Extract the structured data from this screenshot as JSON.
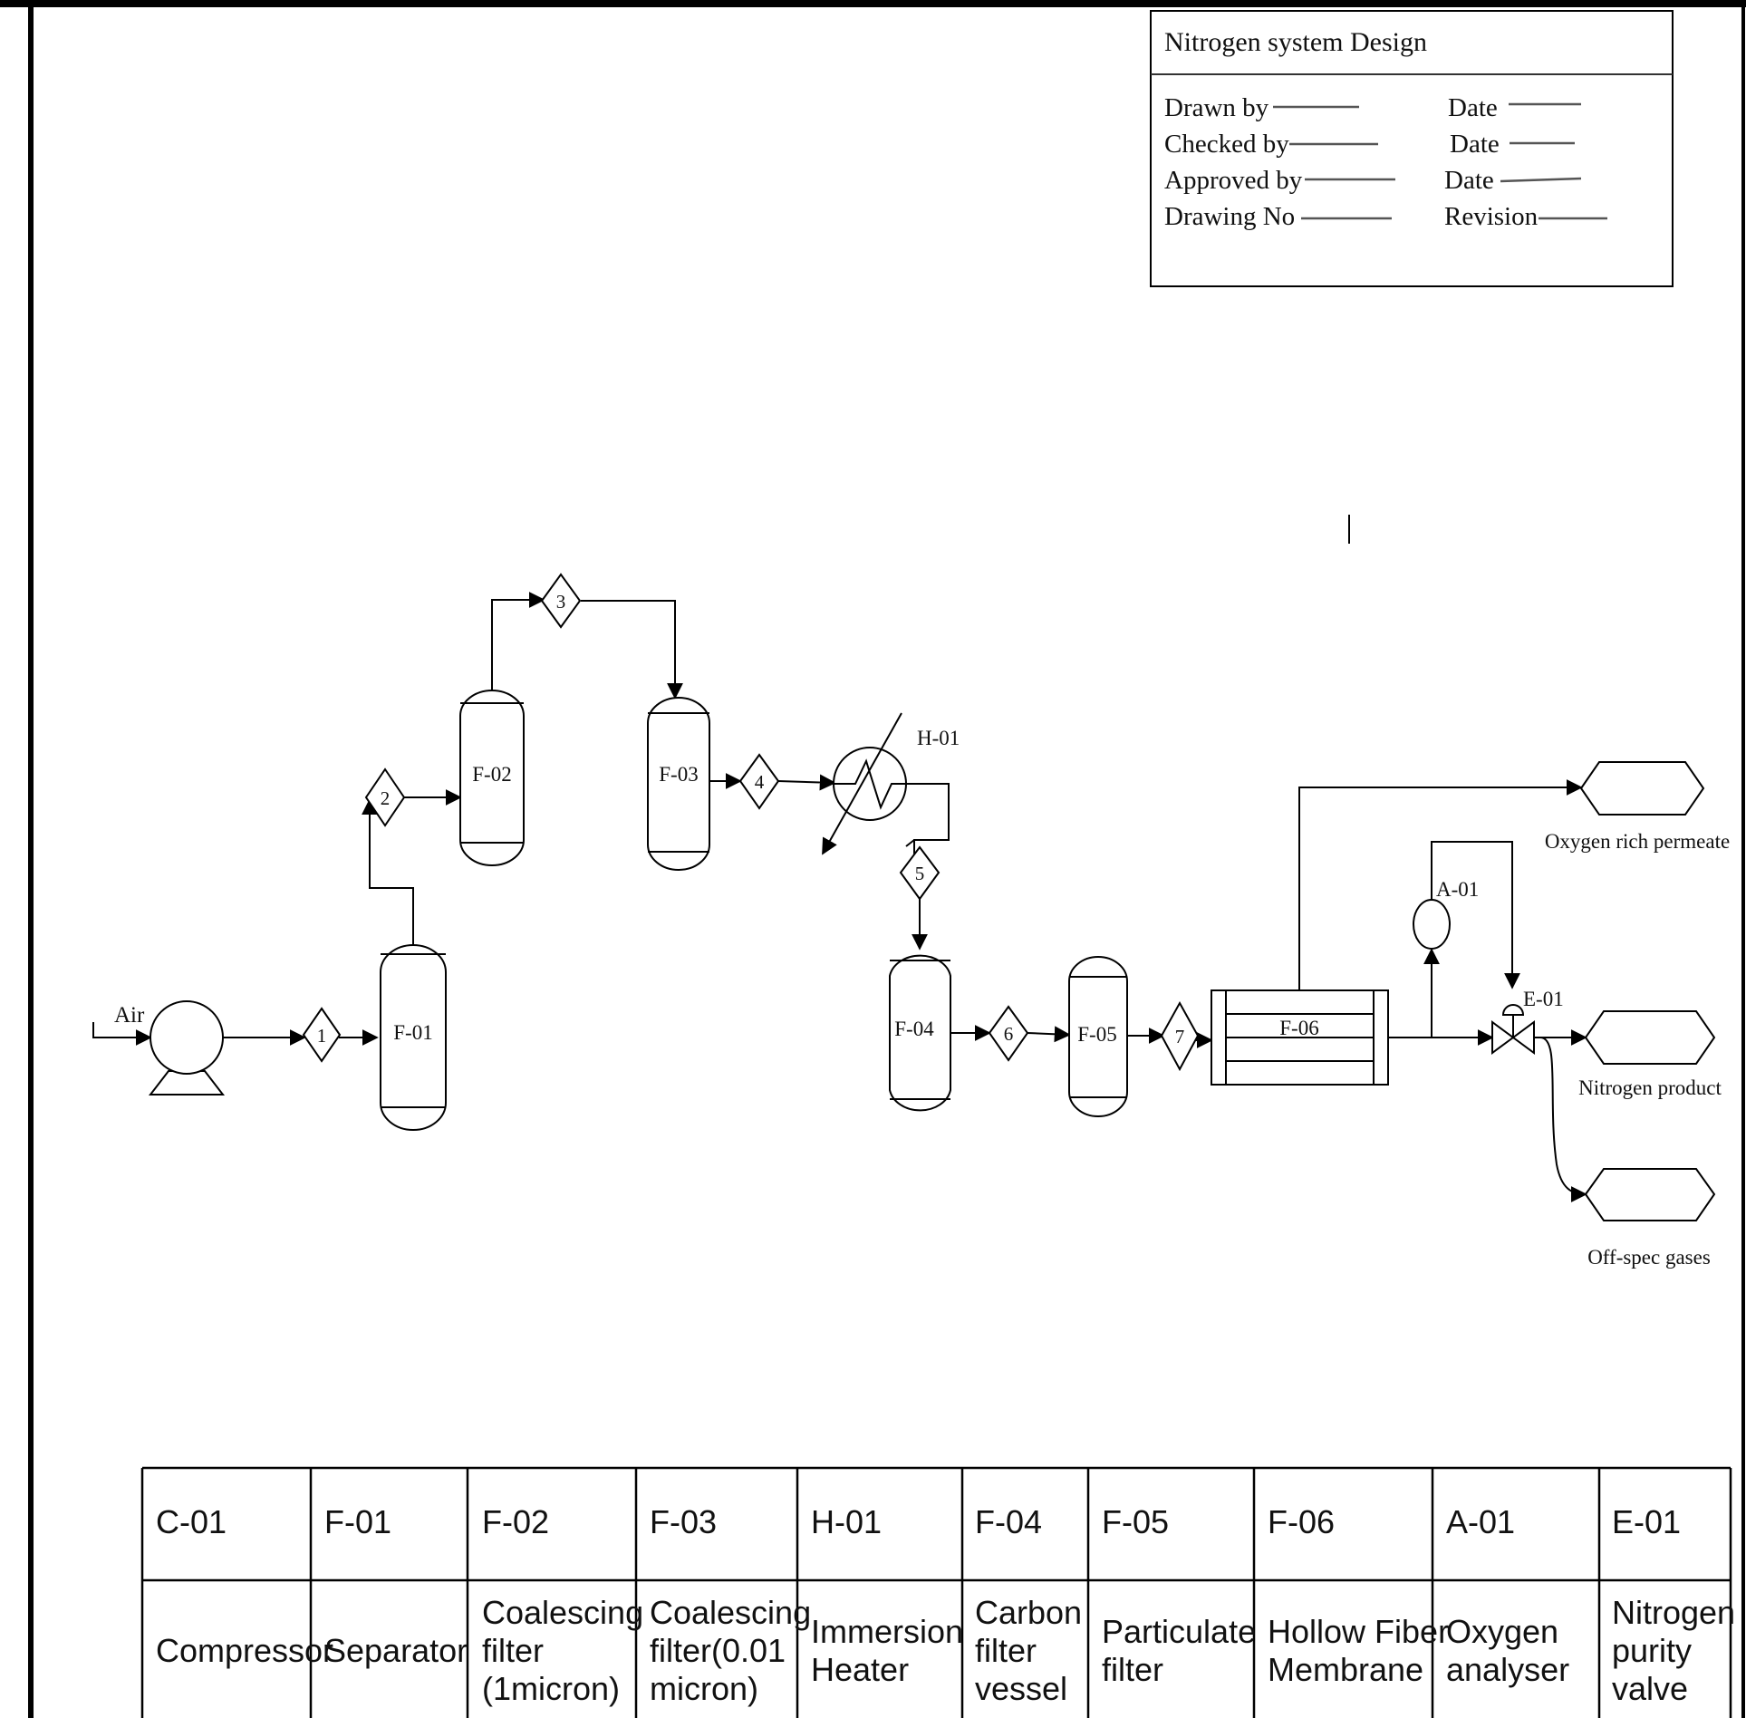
{
  "title_block": {
    "title": "Nitrogen system Design",
    "fields": [
      {
        "label": "Drawn by",
        "label2": "Date"
      },
      {
        "label": "Checked by",
        "label2": "Date"
      },
      {
        "label": "Approved by",
        "label2": "Date"
      },
      {
        "label": "Drawing No",
        "label2": "Revision"
      }
    ]
  },
  "diagram": {
    "inlet_label": "Air",
    "units": {
      "f01": "F-01",
      "f02": "F-02",
      "f03": "F-03",
      "h01": "H-01",
      "f04": "F-04",
      "f05": "F-05",
      "f06": "F-06",
      "a01": "A-01",
      "e01": "E-01"
    },
    "streams": [
      "1",
      "2",
      "3",
      "4",
      "5",
      "6",
      "7"
    ],
    "outlets": {
      "oxygen": "Oxygen rich permeate",
      "nitrogen": "Nitrogen product",
      "offspec": "Off-spec gases"
    }
  },
  "legend": {
    "codes": [
      "C-01",
      "F-01",
      "F-02",
      "F-03",
      "H-01",
      "F-04",
      "F-05",
      "F-06",
      "A-01",
      "E-01"
    ],
    "names": [
      [
        "Compressor"
      ],
      [
        "Separator"
      ],
      [
        "Coalescing",
        "filter",
        "(1micron)"
      ],
      [
        "Coalescing",
        "filter(0.01",
        "micron)"
      ],
      [
        "Immersion",
        "Heater"
      ],
      [
        "Carbon",
        "filter",
        "vessel"
      ],
      [
        "Particulate",
        "filter"
      ],
      [
        "Hollow Fiber",
        "Membrane"
      ],
      [
        "Oxygen",
        "analyser"
      ],
      [
        "Nitrogen",
        "purity",
        "valve"
      ]
    ]
  }
}
